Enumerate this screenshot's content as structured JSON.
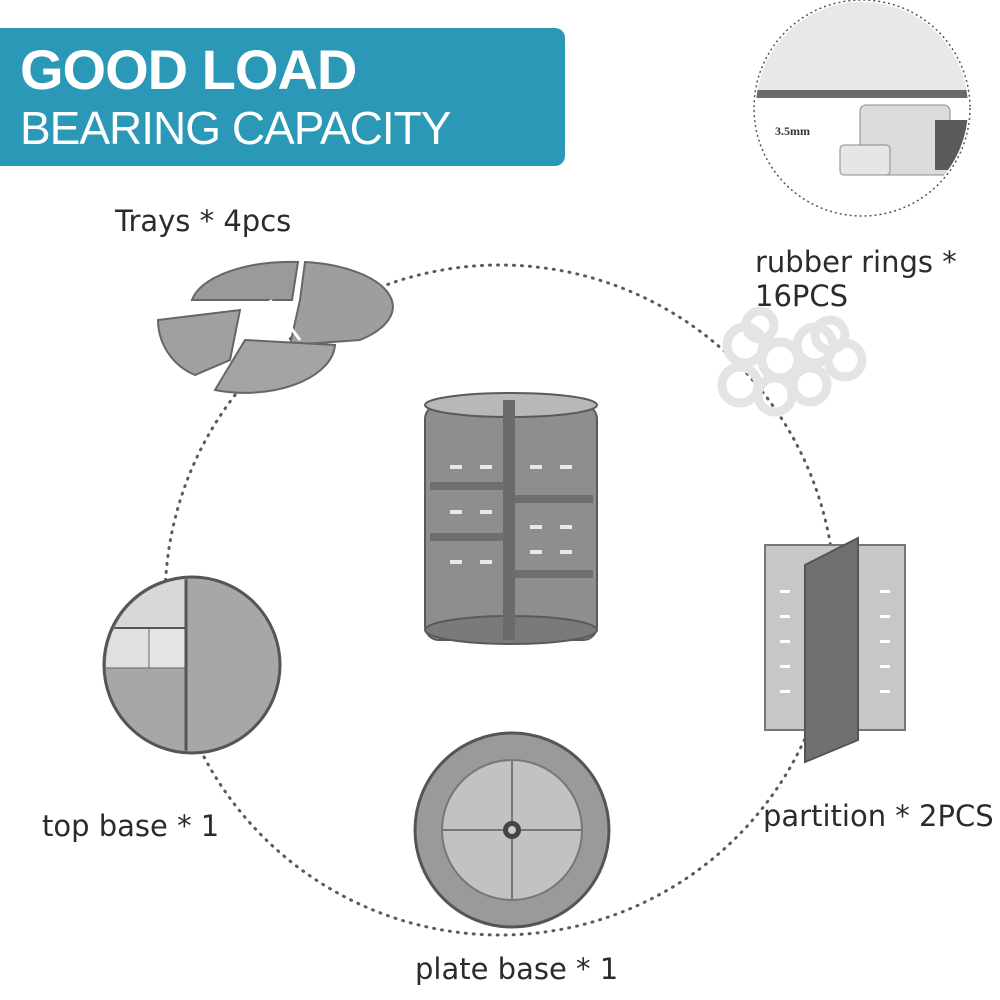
{
  "banner": {
    "line1": "GOOD LOAD",
    "line2": "BEARING CAPACITY"
  },
  "callout": {
    "thickness": "3.5mm"
  },
  "components": [
    {
      "label": "Trays * 4pcs"
    },
    {
      "label": "rubber rings *"
    },
    {
      "label": "16PCS"
    },
    {
      "label": "top base * 1"
    },
    {
      "label": "partition * 2PCS"
    },
    {
      "label": "plate base * 1"
    }
  ],
  "colors": {
    "banner": "#2a98b6",
    "plastic": "#8a8a8a",
    "text": "#2b2b2b"
  }
}
